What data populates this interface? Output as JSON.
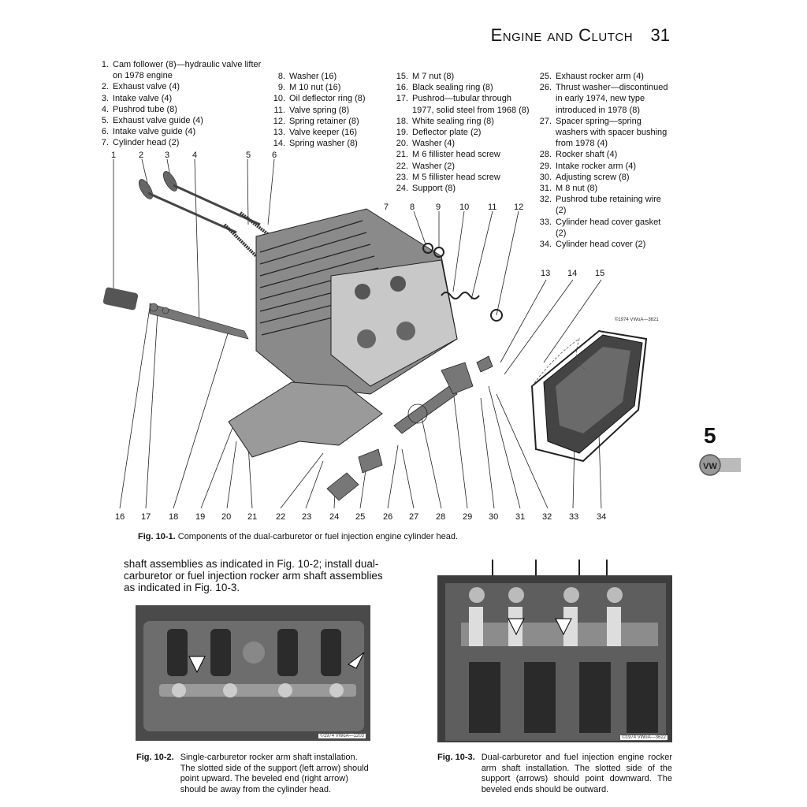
{
  "header": {
    "title": "Engine and Clutch",
    "page_number": "31"
  },
  "parts_list": [
    {
      "n": "1.",
      "t": "Cam follower (8)—hydraulic valve lifter\non 1978 engine"
    },
    {
      "n": "2.",
      "t": "Exhaust valve (4)"
    },
    {
      "n": "3.",
      "t": "Intake valve (4)"
    },
    {
      "n": "4.",
      "t": "Pushrod tube (8)"
    },
    {
      "n": "5.",
      "t": "Exhaust valve guide (4)"
    },
    {
      "n": "6.",
      "t": "Intake valve guide (4)"
    },
    {
      "n": "7.",
      "t": "Cylinder head (2)"
    },
    {
      "n": "8.",
      "t": "Washer (16)"
    },
    {
      "n": "9.",
      "t": "M 10 nut (16)"
    },
    {
      "n": "10.",
      "t": "Oil deflector ring (8)"
    },
    {
      "n": "11.",
      "t": "Valve spring (8)"
    },
    {
      "n": "12.",
      "t": "Spring retainer (8)"
    },
    {
      "n": "13.",
      "t": "Valve keeper (16)"
    },
    {
      "n": "14.",
      "t": "Spring washer (8)"
    },
    {
      "n": "15.",
      "t": "M 7 nut (8)"
    },
    {
      "n": "16.",
      "t": "Black sealing ring (8)"
    },
    {
      "n": "17.",
      "t": "Pushrod—tubular through\n1977, solid steel from 1968 (8)"
    },
    {
      "n": "18.",
      "t": "White sealing ring (8)"
    },
    {
      "n": "19.",
      "t": "Deflector plate (2)"
    },
    {
      "n": "20.",
      "t": "Washer (4)"
    },
    {
      "n": "21.",
      "t": "M 6 fillister head screw"
    },
    {
      "n": "22.",
      "t": "Washer (2)"
    },
    {
      "n": "23.",
      "t": "M 5 fillister head screw"
    },
    {
      "n": "24.",
      "t": "Support (8)"
    },
    {
      "n": "25.",
      "t": "Exhaust rocker arm (4)"
    },
    {
      "n": "26.",
      "t": "Thrust washer—discontinued\nin early 1974, new type\nintroduced in 1978 (8)"
    },
    {
      "n": "27.",
      "t": "Spacer spring—spring\nwashers with spacer bushing\nfrom 1978 (4)"
    },
    {
      "n": "28.",
      "t": "Rocker shaft (4)"
    },
    {
      "n": "29.",
      "t": "Intake rocker arm (4)"
    },
    {
      "n": "30.",
      "t": "Adjusting screw (8)"
    },
    {
      "n": "31.",
      "t": "M 8 nut (8)"
    },
    {
      "n": "32.",
      "t": "Pushrod tube retaining wire\n(2)"
    },
    {
      "n": "33.",
      "t": "Cylinder head cover gasket\n(2)"
    },
    {
      "n": "34.",
      "t": "Cylinder head cover (2)"
    }
  ],
  "callouts_top": [
    "1",
    "2",
    "3",
    "4",
    "5",
    "6",
    "7",
    "8",
    "9",
    "10",
    "11",
    "12",
    "13",
    "14",
    "15"
  ],
  "callouts_bottom": [
    "16",
    "17",
    "18",
    "19",
    "20",
    "21",
    "22",
    "23",
    "24",
    "25",
    "26",
    "27",
    "28",
    "29",
    "30",
    "31",
    "32",
    "33",
    "34"
  ],
  "fig1": {
    "label": "Fig. 10-1.",
    "caption": "Components of the dual-carburetor or fuel injection engine cylinder head.",
    "copyright": "©1974 VWoA—3621"
  },
  "body_text": "shaft assemblies as indicated in Fig. 10-2; install dual-carburetor or fuel injection rocker arm shaft assemblies as indicated in Fig. 10-3.",
  "fig2": {
    "label": "Fig. 10-2.",
    "caption": "Single-carburetor rocker arm shaft installation. The slotted side of the support (left arrow) should point upward. The beveled end (right arrow) should be away from the cylinder head.",
    "copyright": "©1974 VWoA—1203"
  },
  "fig3": {
    "label": "Fig. 10-3.",
    "caption": "Dual-carburetor and fuel injection engine rocker arm shaft installation. The slotted side of the support (arrows) should point downward. The beveled ends should be outward.",
    "copyright": "©1974 VWoA—3622"
  },
  "section_tab": {
    "number": "5",
    "logo_text": "VW"
  }
}
